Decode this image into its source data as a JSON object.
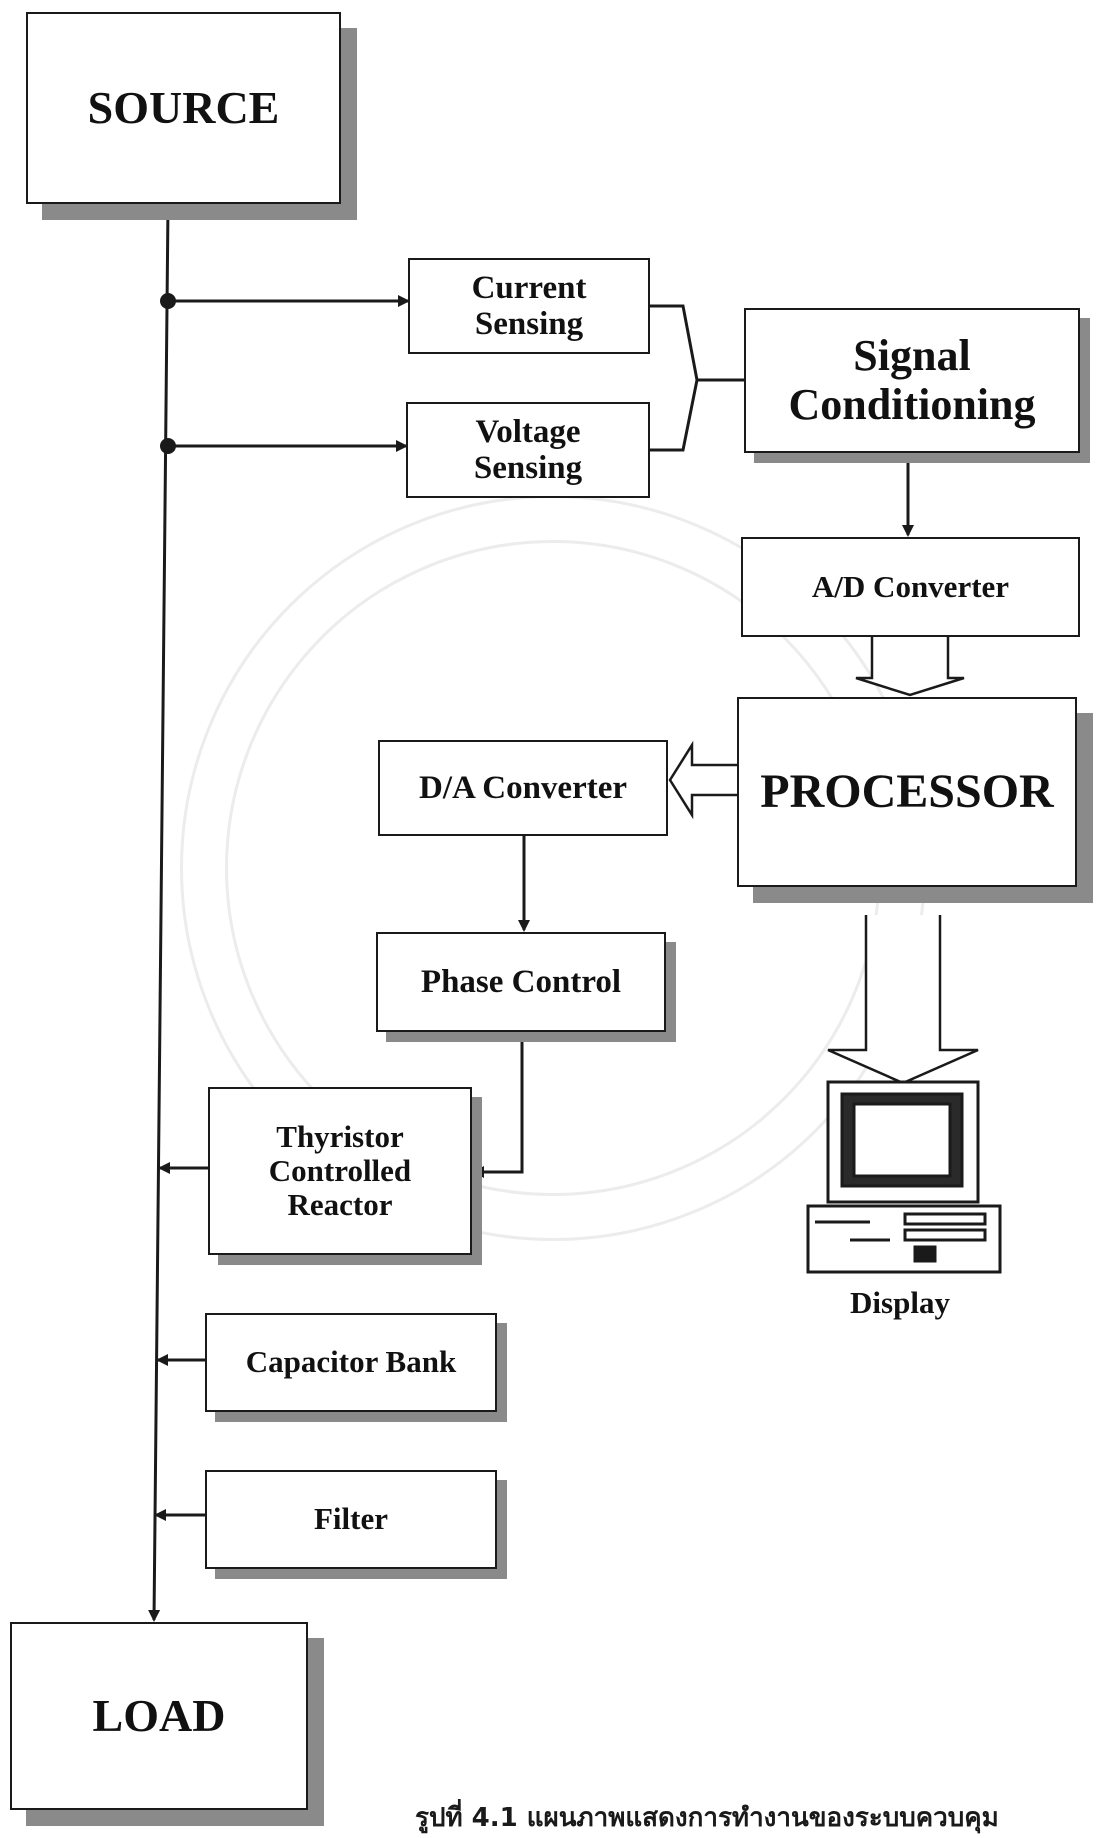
{
  "blocks": {
    "source": "SOURCE",
    "current_sensing": "Current\nSensing",
    "voltage_sensing": "Voltage\nSensing",
    "signal_conditioning": "Signal\nConditioning",
    "ad_converter": "A/D Converter",
    "processor": "PROCESSOR",
    "da_converter": "D/A Converter",
    "phase_control": "Phase Control",
    "tcr": "Thyristor\nControlled\nReactor",
    "capacitor_bank": "Capacitor Bank",
    "filter": "Filter",
    "load": "LOAD"
  },
  "display_label": "Display",
  "caption": "รูปที่ 4.1  แผนภาพแสดงการทำงานของระบบควบคุม",
  "colors": {
    "line": "#1a1a1a",
    "shadow": "#8a8a8a"
  },
  "icons": [
    "computer-monitor-icon"
  ]
}
